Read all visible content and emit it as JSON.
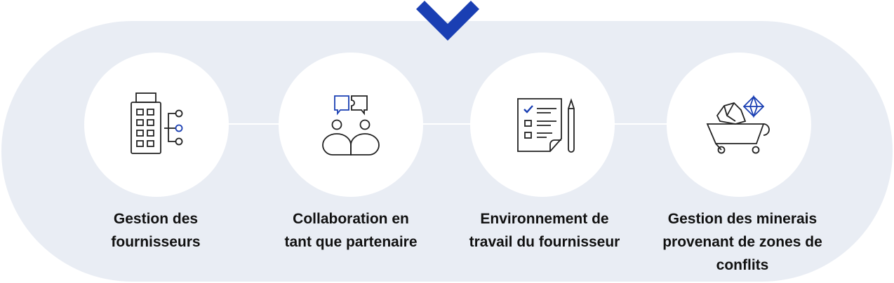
{
  "accent_color": "#1a3fb3",
  "band_color": "#e9edf4",
  "icon_stroke_color": "#222222",
  "steps": [
    {
      "icon": "building-network-icon",
      "label": "Gestion des\nfournisseurs"
    },
    {
      "icon": "collaboration-icon",
      "label": "Collaboration en\ntant que partenaire"
    },
    {
      "icon": "checklist-pencil-icon",
      "label": "Environnement de\ntravail du fournisseur"
    },
    {
      "icon": "minerals-cart-icon",
      "label": "Gestion des minerais\nprovenant de zones de\nconflits"
    }
  ]
}
